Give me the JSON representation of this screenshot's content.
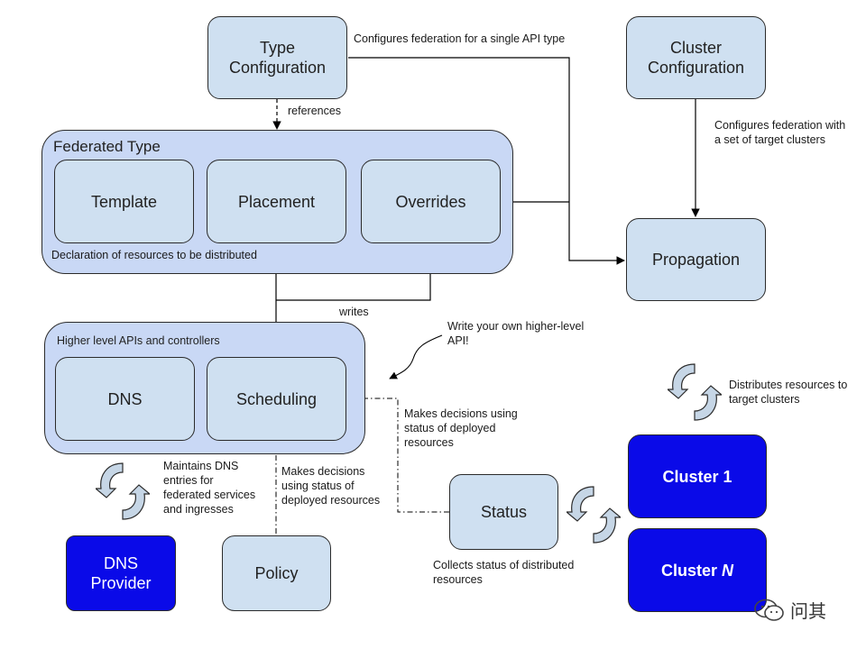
{
  "boxes": {
    "type_configuration": "Type\nConfiguration",
    "cluster_configuration": "Cluster\nConfiguration",
    "federated_type_title": "Federated Type",
    "template": "Template",
    "placement": "Placement",
    "overrides": "Overrides",
    "propagation": "Propagation",
    "higher_level_title": "Higher level APIs and controllers",
    "dns": "DNS",
    "scheduling": "Scheduling",
    "status": "Status",
    "cluster_1": "Cluster 1",
    "cluster_n_prefix": "Cluster ",
    "cluster_n_suffix": "N",
    "dns_provider": "DNS\nProvider",
    "policy": "Policy"
  },
  "labels": {
    "configures_single_api": "Configures federation for a single API type",
    "references": "references",
    "configures_target_clusters": "Configures federation with\na set of target clusters",
    "declaration": "Declaration of resources to be distributed",
    "writes": "writes",
    "write_your_own": "Write your own higher-level\nAPI!",
    "distributes": "Distributes resources to\ntarget clusters",
    "makes_decisions_right": "Makes decisions using\nstatus of deployed\nresources",
    "maintains_dns": "Maintains DNS\nentries for\nfederated services\nand ingresses",
    "makes_decisions_bottom": "Makes decisions\nusing status of\ndeployed resources",
    "collects_status": "Collects status of distributed\nresources"
  },
  "watermark": {
    "text": "问其"
  },
  "colors": {
    "light_box": "#cfe0f1",
    "group_box": "#c9d8f5",
    "cluster_box": "#0a0ae8",
    "line": "#000000",
    "cycle_fill": "#c6d6e6"
  }
}
